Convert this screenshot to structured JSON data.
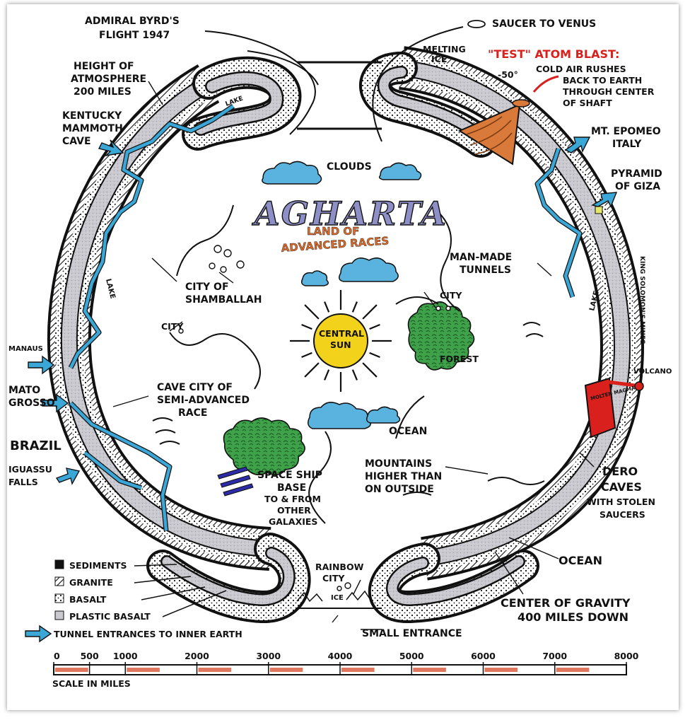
{
  "title": "AGHARTA",
  "subtitle_line1": "LAND OF",
  "subtitle_line2": "ADVANCED RACES",
  "labels": {
    "byrd_line1": "ADMIRAL BYRD'S",
    "byrd_line2": "FLIGHT 1947",
    "saucer_venus": "SAUCER TO VENUS",
    "height_line1": "HEIGHT OF",
    "height_line2": "ATMOSPHERE",
    "height_line3": "200 MILES",
    "melting_line1": "MELTING",
    "melting_line2": "ICE",
    "test_blast": "\"TEST\" ATOM BLAST:",
    "cold_line1": "COLD AIR RUSHES",
    "cold_line2": "BACK TO EARTH",
    "cold_line3": "THROUGH CENTER",
    "cold_line4": "OF SHAFT",
    "minus50": "-50°",
    "kentucky_line1": "KENTUCKY",
    "kentucky_line2": "MAMMOTH",
    "kentucky_line3": "CAVE",
    "lake_top": "LAKE",
    "clouds": "CLOUDS",
    "epomeo_line1": "MT. EPOMEO",
    "epomeo_line2": "ITALY",
    "giza_line1": "PYRAMID",
    "giza_line2": "OF GIZA",
    "manmade_line1": "MAN-MADE",
    "manmade_line2": "TUNNELS",
    "king_solomons": "KING SOLOMON'S MINES",
    "shamballah_line1": "CITY OF",
    "shamballah_line2": "SHAMBALLAH",
    "lake_left": "LAKE",
    "lake_right": "LAKE",
    "city_left": "CITY",
    "city_right": "CITY",
    "central_line1": "CENTRAL",
    "central_line2": "SUN",
    "forest": "FOREST",
    "manaus": "MANAUS",
    "volcano": "VOLCANO",
    "molten_lava": "MOLTEN MAGMA",
    "mato_line1": "MATO",
    "mato_line2": "GROSSO",
    "cave_line1": "CAVE CITY OF",
    "cave_line2": "SEMI-ADVANCED",
    "cave_line3": "RACE",
    "brazil": "BRAZIL",
    "ocean_inner": "OCEAN",
    "iguassu_line1": "IGUASSU",
    "iguassu_line2": "FALLS",
    "mountains_line1": "MOUNTAINS",
    "mountains_line2": "HIGHER THAN",
    "mountains_line3": "ON OUTSIDE",
    "dero_line1": "DERO",
    "dero_line2": "CAVES",
    "dero_line3": "WITH STOLEN",
    "dero_line4": "SAUCERS",
    "spaceship_line1": "SPACE SHIP",
    "spaceship_line2": "BASE",
    "spaceship_line3": "TO & FROM",
    "spaceship_line4": "OTHER",
    "spaceship_line5": "GALAXIES",
    "rainbow_line1": "RAINBOW",
    "rainbow_line2": "CITY",
    "ice_bottom": "ICE",
    "ocean_outer": "OCEAN",
    "gravity_line1": "CENTER OF GRAVITY",
    "gravity_line2": "400 MILES DOWN",
    "small_entrance": "SMALL ENTRANCE"
  },
  "legend": {
    "sediments": "SEDIMENTS",
    "granite": "GRANITE",
    "basalt": "BASALT",
    "plastic_basalt": "PLASTIC BASALT",
    "tunnels": "TUNNEL ENTRANCES TO INNER EARTH"
  },
  "scale": {
    "ticks": [
      "0",
      "500",
      "1000",
      "2000",
      "3000",
      "4000",
      "5000",
      "6000",
      "7000",
      "8000"
    ],
    "caption": "SCALE IN MILES"
  },
  "colors": {
    "tunnel_blue": "#3aa7d6",
    "lava_red": "#d9201c",
    "blast_orange": "#d97a3a",
    "forest_green": "#3fa14a",
    "sun_yellow": "#f2d21a",
    "cloud_blue": "#5ab3de",
    "title_purple": "#8f8fc8",
    "subtitle_orange": "#d96a2a",
    "plastic_basalt_gray": "#c9c9cf",
    "scale_red": "#e07860"
  },
  "icons": [
    "tunnel-arrow-icon",
    "sun-icon",
    "cloud-icon",
    "forest-icon",
    "saucer-icon",
    "volcano-icon"
  ]
}
